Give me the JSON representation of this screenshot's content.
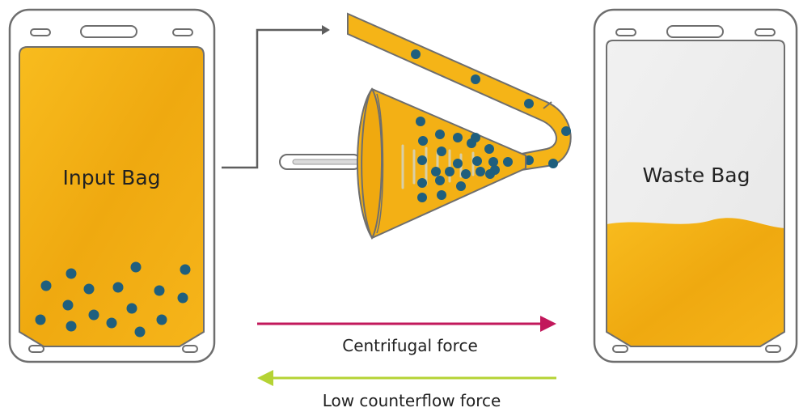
{
  "diagram": {
    "input_bag": {
      "label": "Input Bag"
    },
    "waste_bag": {
      "label": "Waste Bag"
    },
    "forces": {
      "centrifugal": {
        "label": "Centrifugal force",
        "color": "#C2185B"
      },
      "counterflow": {
        "label": "Low counterflow force",
        "color": "#B5D334"
      }
    }
  },
  "colors": {
    "fluid": "#F5B417",
    "fluid_dark": "#E39E0C",
    "cell": "#1F5F7E",
    "outline": "#6E6E6E",
    "bag_fill": "#FFFFFF",
    "empty_space": "#EEEEEE"
  }
}
